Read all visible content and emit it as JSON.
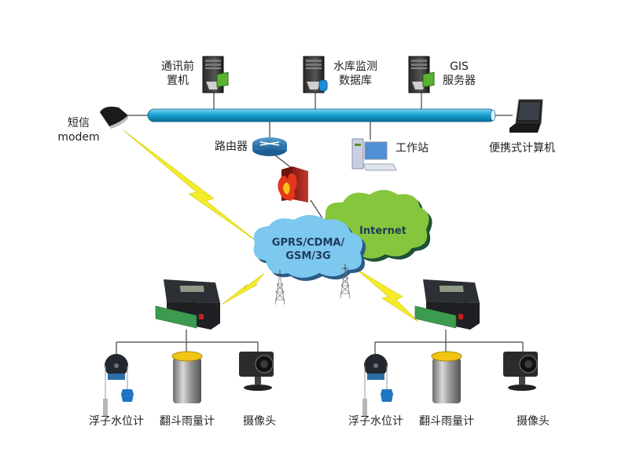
{
  "diagram": {
    "title": "Reservoir water monitoring network topology",
    "colors": {
      "bus": "#1aa3d4",
      "gprs_cloud": "#7cc8ee",
      "internet_cloud": "#86c63c",
      "lightning": "#f3ec2a",
      "firewall": "#b22a22"
    },
    "server_nodes": [
      {
        "id": "comm-frontend",
        "label_lines": [
          "通讯前",
          "置机"
        ],
        "icon": "server-tower-icon"
      },
      {
        "id": "db-server",
        "label_lines": [
          "水库监测",
          "数据库"
        ],
        "icon": "database-server-icon"
      },
      {
        "id": "gis-server",
        "label_lines": [
          "GIS",
          "服务器"
        ],
        "icon": "server-tower-icon"
      }
    ],
    "sms_modem": {
      "label_lines": [
        "短信",
        "modem"
      ],
      "icon": "modem-icon"
    },
    "router": {
      "label": "路由器",
      "icon": "router-icon"
    },
    "workstation": {
      "label": "工作站",
      "icon": "desktop-computer-icon"
    },
    "laptop": {
      "label": "便携式计算机",
      "icon": "laptop-icon"
    },
    "firewall": {
      "icon": "firewall-icon"
    },
    "clouds": {
      "mobile": {
        "label_lines": [
          "GPRS/CDMA/",
          "GSM/3G"
        ]
      },
      "internet": {
        "label": "Internet"
      }
    },
    "stations": [
      {
        "id": "station-left",
        "rtu_icon": "rtu-device-icon",
        "sensors": [
          {
            "label": "浮子水位计",
            "icon": "float-water-level-gauge-icon"
          },
          {
            "label": "翻斗雨量计",
            "icon": "tipping-bucket-rain-gauge-icon"
          },
          {
            "label": "摄像头",
            "icon": "camera-icon"
          }
        ]
      },
      {
        "id": "station-right",
        "rtu_icon": "rtu-device-icon",
        "sensors": [
          {
            "label": "浮子水位计",
            "icon": "float-water-level-gauge-icon"
          },
          {
            "label": "翻斗雨量计",
            "icon": "tipping-bucket-rain-gauge-icon"
          },
          {
            "label": "摄像头",
            "icon": "camera-icon"
          }
        ]
      }
    ]
  }
}
